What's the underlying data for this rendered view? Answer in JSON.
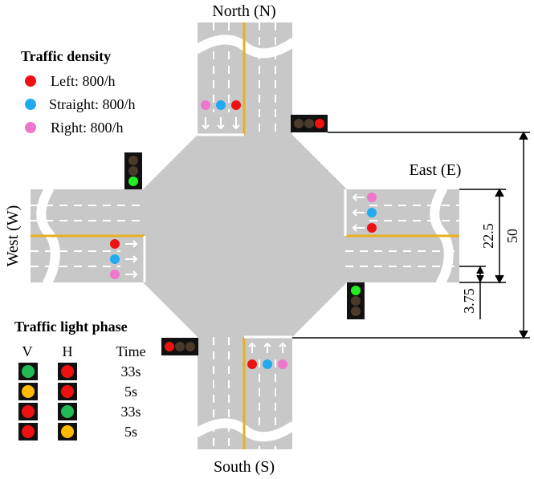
{
  "directions": {
    "north": "North (N)",
    "south": "South (S)",
    "east": "East (E)",
    "west": "West (W)"
  },
  "density": {
    "title": "Traffic density",
    "items": [
      {
        "label": "Left: 800/h",
        "color": "#ee1111"
      },
      {
        "label": "Straight: 800/h",
        "color": "#22aaee"
      },
      {
        "label": "Right: 800/h",
        "color": "#ee77cc"
      }
    ]
  },
  "phase": {
    "title": "Traffic light phase",
    "col_v": "V",
    "col_h": "H",
    "col_time": "Time",
    "rows": [
      {
        "v": "green",
        "h": "red",
        "time": "33s"
      },
      {
        "v": "yellow",
        "h": "red",
        "time": "5s"
      },
      {
        "v": "red",
        "h": "green",
        "time": "33s"
      },
      {
        "v": "red",
        "h": "yellow",
        "time": "5s"
      }
    ]
  },
  "dimensions": {
    "total": "50",
    "road": "22.5",
    "lane": "3.75"
  },
  "colors": {
    "road": "#c8c8c8",
    "median": "#e8b020",
    "light_red": "#ee1111",
    "light_green": "#22bb55",
    "light_yellow": "#ffbb00",
    "light_off": "#4a3a2a"
  }
}
